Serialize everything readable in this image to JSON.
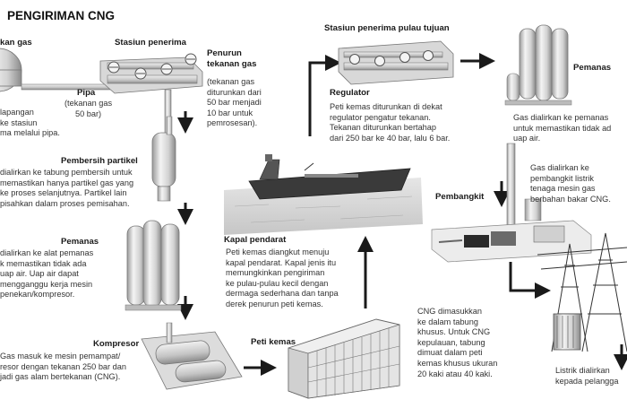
{
  "title": "PENGIRIMAN CNG",
  "labels": {
    "sumber_gas": "kan gas",
    "pipa": "Pipa",
    "pipa_desc": "(tekanan gas\n50 bar)",
    "lapangan_desc": "lapangan\nke stasiun\nma melalui pipa.",
    "stasiun_penerima": "Stasiun penerima",
    "penurun_tekanan": "Penurun\ntekanan gas",
    "penurun_desc": "(tekanan gas\nditurunkan dari\n50 bar menjadi\n10 bar untuk\npemrosesan).",
    "pembersih_partikel": "Pembersih partikel",
    "pembersih_desc": "dialirkan ke tabung pembersih untuk\nmemastikan hanya partikel gas yang\nke proses selanjutnya. Partikel lain\npisahkan dalam proses pemisahan.",
    "pemanas_kiri": "Pemanas",
    "pemanas_kiri_desc": "dialirkan ke alat pemanas\nk memastikan tidak ada\nuap air. Uap air dapat\nmengganggu kerja mesin\npenekan/kompresor.",
    "kompresor": "Kompresor",
    "kompresor_desc": "Gas masuk ke mesin pemampat/\nresor dengan tekanan 250 bar dan\njadi gas alam bertekanan (CNG).",
    "peti_kemas": "Peti kemas",
    "kapal_pendarat": "Kapal pendarat",
    "kapal_desc": "Peti kemas diangkut menuju\nkapal pendarat. Kapal jenis itu\nmemungkinkan pengiriman\nke pulau-pulau kecil dengan\ndermaga sederhana dan tanpa\nderek penurun peti kemas.",
    "cng_desc": "CNG dimasukkan\nke dalam tabung\nkhusus. Untuk CNG\nkepulauan, tabung\ndimuat dalam peti\nkemas khusus ukuran\n20 kaki atau 40 kaki.",
    "stasiun_tujuan": "Stasiun penerima pulau tujuan",
    "regulator": "Regulator",
    "regulator_desc": "Peti kemas diturunkan di dekat\nregulator pengatur tekanan.\nTekanan diturunkan bertahap\ndari 250 bar ke 40 bar, lalu 6 bar.",
    "pemanas_kanan": "Pemanas",
    "pemanas_kanan_desc": "Gas dialirkan ke pemanas\nuntuk memastikan tidak ad\nuap air.",
    "pembangkit_desc": "Gas dialirkan ke\npembangkit listrik\ntenaga mesin gas\nberbahan bakar CNG.",
    "pembangkit": "Pembangkit",
    "listrik_desc": "Listrik dialirkan\nkepada pelangga"
  },
  "colors": {
    "metal_light": "#eeeeee",
    "metal_mid": "#c9c9c9",
    "metal_dark": "#7a7a7a",
    "arrow": "#1a1a1a",
    "water": "#d6d6d6",
    "text": "#333333"
  }
}
